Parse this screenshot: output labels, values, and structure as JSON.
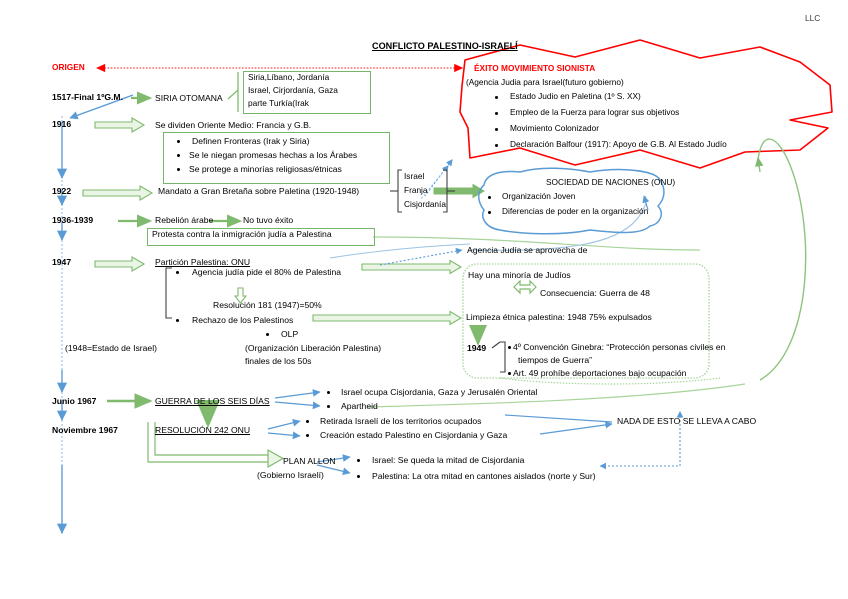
{
  "meta": {
    "watermark": "LLC",
    "title": "CONFLICTO PALESTINO-ISRAELÍ",
    "colors": {
      "red": "#ff0000",
      "green": "#76b66b",
      "blue": "#5b9bd5",
      "black": "#000000"
    }
  },
  "origin": {
    "label": "ORIGEN"
  },
  "timeline": [
    {
      "date": "1517-Final 1ºG.M."
    },
    {
      "date": "1916"
    },
    {
      "date": "1922"
    },
    {
      "date": "1936-1939"
    },
    {
      "date": "1947"
    },
    {
      "date": "Junio 1967"
    },
    {
      "date": "Noviembre 1967"
    }
  ],
  "nodes": {
    "siria_otomana": "SIRIA OTOMANA",
    "siria_otomana_box": [
      "Siria,Líbano, Jordanía",
      "Israel, Cirjordanía, Gaza",
      "parte Turkía(Irak"
    ],
    "dividen": "Se dividen Oriente Medio: Francia y G.B.",
    "dividen_bullets": [
      "Definen Fronteras (Irak y Siria)",
      "Se le niegan promesas hechas a los Árabes",
      "Se protege a minorías religiosas/étnicas"
    ],
    "mandato": "Mandato a Gran Bretaña sobre Paletina (1920-1948)",
    "mandato_bracket": [
      "Israel",
      "Franja",
      "Cisjordanía"
    ],
    "rebelion": "Rebelión árabe",
    "rebelion_result": "No tuvo éxito",
    "protesta": "Protesta contra la inmigración judía a Palestina",
    "particion": "Partición Palestina: ONU",
    "particion_b1": "Agencia judía pide el 80% de Palestina",
    "resolucion181": "Resolución 181 (1947)=50%",
    "particion_b2": "Rechazo de los Palestinos",
    "olp": "OLP",
    "olp_full": "(Organización Liberación Palestina)",
    "olp_date": "finales de los 50s",
    "estado_israel": "(1948=Estado de Israel)",
    "guerra_seis_dias": "GUERRA DE LOS SEIS DÍAS",
    "guerra_bullets": [
      "Israel ocupa Cisjordania, Gaza y Jerusalén Oriental",
      "Apartheid"
    ],
    "resolucion242": "RESOLUCIÓN 242 ONU",
    "resolucion242_bullets": [
      "Retirada Israelí de los territorios ocupados",
      "Creación estado Palestino en Cisjordania y Gaza"
    ],
    "nada": "NADA DE ESTO SE LLEVA A CABO",
    "plan_allon": "PLAN ALLON",
    "plan_allon_sub": "(Gobierno Israelí)",
    "plan_allon_bullets": [
      "Israel: Se queda la mitad de Cisjordania",
      "Palestina: La otra mitad en cantones aislados (norte y Sur)"
    ]
  },
  "star": {
    "title": "ÉXITO MOVIMIENTO SIONISTA",
    "subtitle": "(Agencia Judia para Israel(futuro gobierno)",
    "bullets": [
      "Estado Judio en Paletina (1º S. XX)",
      "Empleo de la Fuerza para lograr sus objetivos",
      "Movimiento Colonizador",
      "Declaración Balfour (1917): Apoyo de G.B. Al Estado Judío"
    ]
  },
  "cloud": {
    "title": "SOCIEDAD DE NACIONES (ONU)",
    "bullets": [
      "Organización Joven",
      "Diferencias de poder en la organización"
    ]
  },
  "agencia": "Agencia Judía se aprovecha de",
  "dotbox": {
    "line1": "Hay una minoría de Judíos",
    "consequence": "Consecuencia: Guerra de 48",
    "line2": "Limpieza étnica palestina: 1948 75% expulsados",
    "year": "1949",
    "bullets": [
      "4º Convención Ginebra: “Protección personas civiles en",
      "tiempos de Guerra”",
      "Art. 49 prohíbe deportaciones bajo ocupación"
    ]
  }
}
